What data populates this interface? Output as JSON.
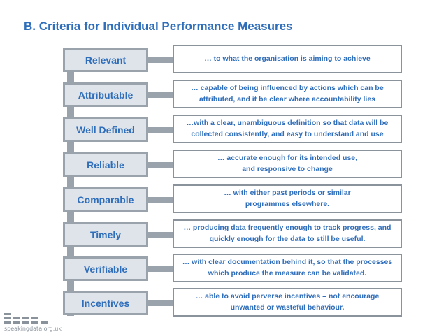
{
  "title": "B. Criteria for Individual Performance Measures",
  "criteria": [
    {
      "label": "Relevant",
      "lines": [
        "… to what the organisation is aiming to achieve"
      ]
    },
    {
      "label": "Attributable",
      "lines": [
        "… capable of being influenced by actions which can be",
        "attributed, and it be clear where accountability lies"
      ]
    },
    {
      "label": "Well Defined",
      "lines": [
        "…with a clear, unambiguous definition so that data will be",
        "collected consistently, and easy to understand and use"
      ]
    },
    {
      "label": "Reliable",
      "lines": [
        "… accurate enough for its intended use,",
        "and responsive to change"
      ]
    },
    {
      "label": "Comparable",
      "lines": [
        "… with either past periods or similar",
        "programmes elsewhere."
      ]
    },
    {
      "label": "Timely",
      "lines": [
        "… producing data frequently enough to track progress, and",
        "quickly enough for the data to still be useful."
      ]
    },
    {
      "label": "Verifiable",
      "lines": [
        "… with clear documentation behind it, so that the processes",
        "which produce the measure can be validated."
      ]
    },
    {
      "label": "Incentives",
      "lines": [
        "… able to avoid perverse incentives – not encourage",
        "unwanted or wasteful behaviour."
      ]
    }
  ],
  "logo": {
    "text": "speakingdata.org.uk"
  },
  "colors": {
    "accent": "#2f6eba",
    "connector": "#9aa3ab",
    "box_fill": "#dfe4ea",
    "box_border": "#8a939c"
  }
}
